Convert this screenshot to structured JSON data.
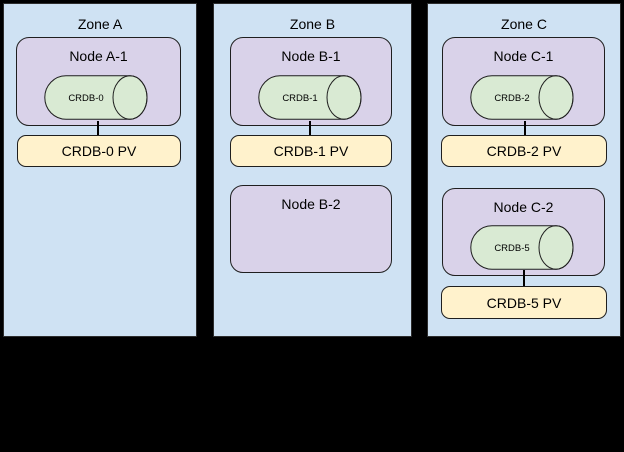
{
  "diagram": {
    "colors": {
      "zone_fill": "#cfe2f3",
      "node_fill": "#d9d2e9",
      "db_fill": "#d9ead3",
      "pv_fill": "#fff2cc",
      "border_color": "#1f1f1f",
      "bg": "#000000"
    },
    "zones": [
      {
        "title": "Zone A",
        "nodes": [
          {
            "title": "Node A-1",
            "db_label": "CRDB-0",
            "pv_label": "CRDB-0 PV"
          }
        ]
      },
      {
        "title": "Zone B",
        "nodes": [
          {
            "title": "Node B-1",
            "db_label": "CRDB-1",
            "pv_label": "CRDB-1 PV"
          },
          {
            "title": "Node B-2"
          }
        ]
      },
      {
        "title": "Zone C",
        "nodes": [
          {
            "title": "Node C-1",
            "db_label": "CRDB-2",
            "pv_label": "CRDB-2 PV"
          },
          {
            "title": "Node C-2",
            "db_label": "CRDB-5",
            "pv_label": "CRDB-5 PV"
          }
        ]
      }
    ]
  }
}
